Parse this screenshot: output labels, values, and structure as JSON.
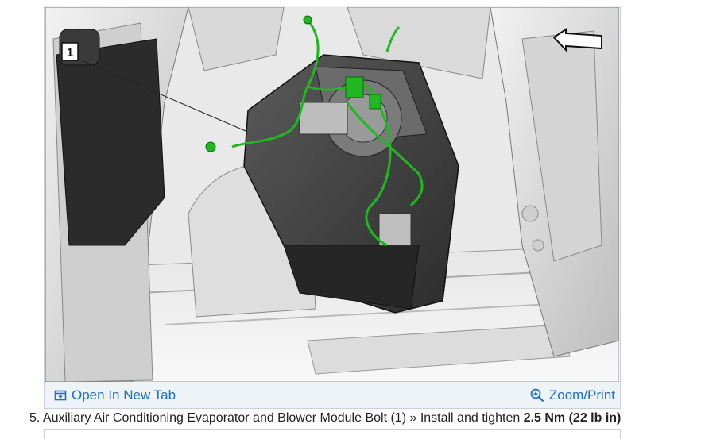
{
  "figure": {
    "callout_number": "1"
  },
  "toolbar": {
    "open_tab_label": "Open In New Tab",
    "open_tab_icon": "open-in-new-tab-icon",
    "zoom_label": "Zoom/Print",
    "zoom_icon": "zoom-in-icon"
  },
  "step": {
    "number": "5.",
    "text": "Auxiliary Air Conditioning Evaporator and Blower Module Bolt (1) » Install and tighten",
    "torque": "2.5 Nm (22 lb in)"
  },
  "colors": {
    "link": "#1a6fc9",
    "wiring": "#1fb820",
    "module": "#3a3a3a",
    "toolbar_bg": "#eef3f8"
  }
}
